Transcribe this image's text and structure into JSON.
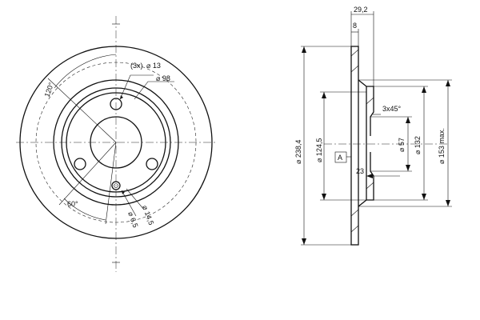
{
  "front_view": {
    "bolt_holes": "(3x)",
    "hole_diameter": "⌀ 13",
    "pcd": "⌀ 98",
    "angle_a": "120°",
    "angle_b": "60°",
    "pin_diameter": "⌀ 6,5",
    "pin_radius_dim": "⌀ 14,5"
  },
  "side_view": {
    "overall_thickness": "29,2",
    "disc_thickness": "8",
    "chamfer": "3x45°",
    "outer_diameter": "⌀ 238,4",
    "hub_diameter": "⌀ 124,5",
    "bore": "⌀ 57",
    "hat_diameter": "⌀ 132",
    "max_diameter": "⌀ 153 max.",
    "depth": "23",
    "datum": "A"
  }
}
